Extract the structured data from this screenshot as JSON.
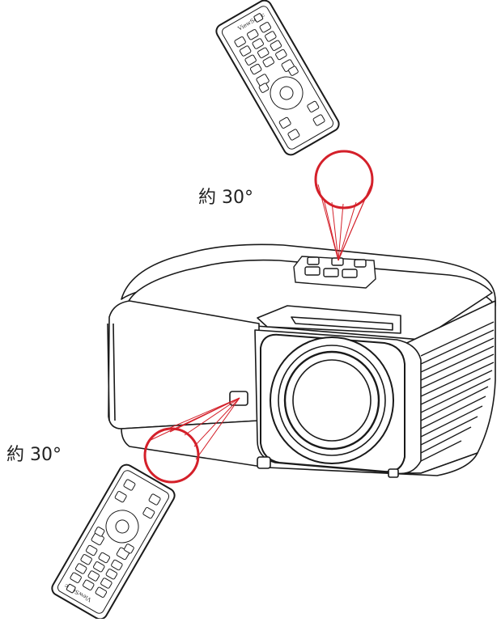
{
  "diagram": {
    "angle_top": "約 30°",
    "angle_bottom": "約 30°",
    "remote_brand": "ViewSonic",
    "colors": {
      "sensor_circle": "#d4202a",
      "ir_beam": "#d4202a",
      "outline": "#1a1a1a"
    },
    "icons": [
      "remote-control-icon",
      "projector-icon",
      "ir-receiver-icon"
    ]
  }
}
